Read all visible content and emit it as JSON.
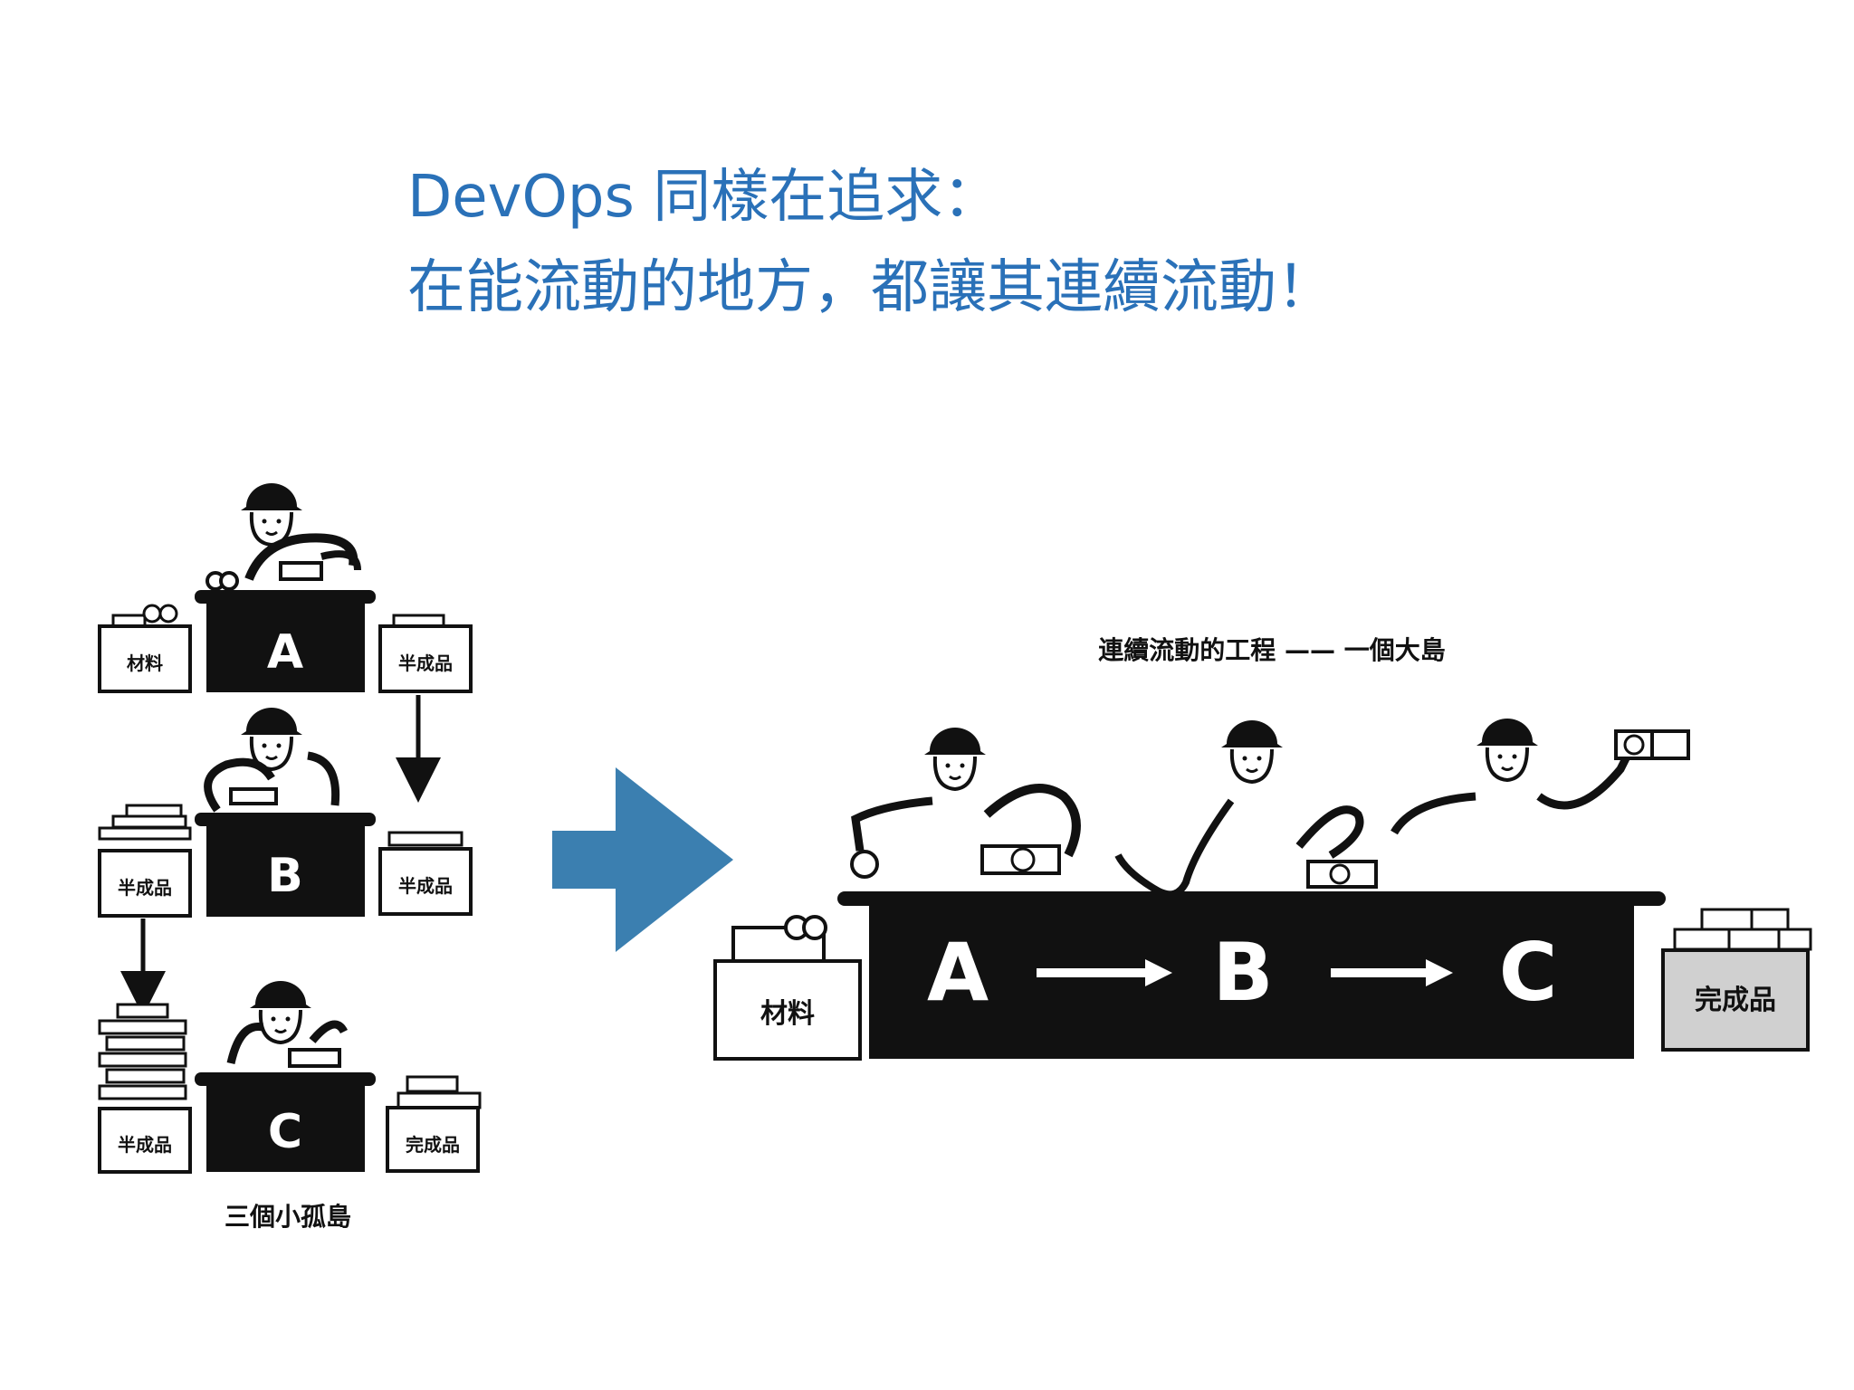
{
  "title": {
    "line1": "DevOps 同樣在追求：",
    "line2": "在能流動的地方，都讓其連續流動！"
  },
  "left_diagram": {
    "caption": "三個小孤島",
    "stations": [
      {
        "letter": "A",
        "left_box": "材料",
        "right_box": "半成品"
      },
      {
        "letter": "B",
        "left_box": "半成品",
        "right_box": "半成品"
      },
      {
        "letter": "C",
        "left_box": "半成品",
        "right_box": "完成品"
      }
    ]
  },
  "right_diagram": {
    "caption": "連續流動的工程 —— 一個大島",
    "letters": [
      "A",
      "B",
      "C"
    ],
    "input_box": "材料",
    "output_box": "完成品"
  },
  "colors": {
    "title": "#2a71b8",
    "arrow": "#3b7fb0",
    "ink": "#111111"
  },
  "icons": [
    "worker-helmet-icon",
    "big-right-arrow-icon",
    "flow-arrow-icon"
  ]
}
